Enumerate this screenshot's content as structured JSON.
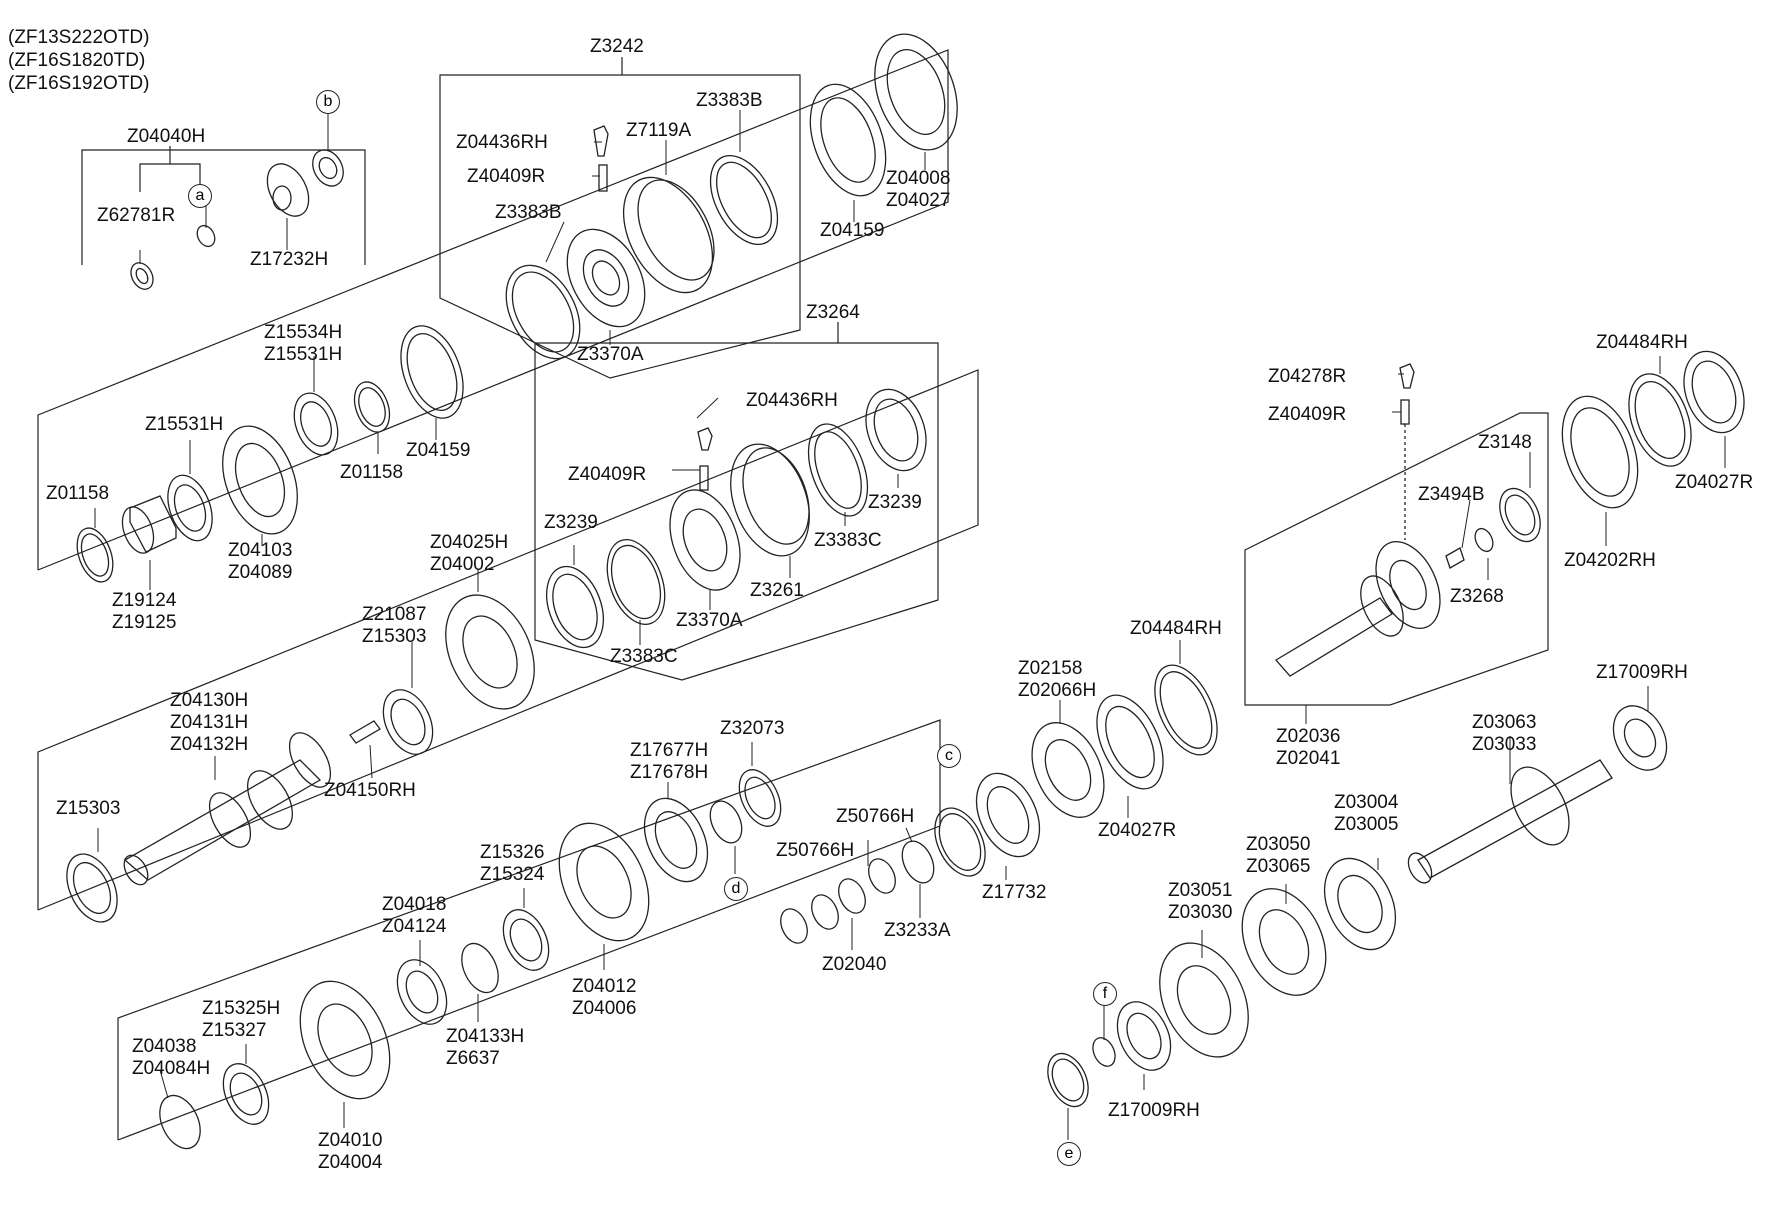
{
  "variants": [
    "(ZF13S222OTD)",
    "(ZF16S1820TD)",
    "(ZF16S192OTD)"
  ],
  "callouts": [
    "a",
    "b",
    "c",
    "d",
    "e",
    "f"
  ],
  "labels": {
    "z04040h": [
      "Z04040H"
    ],
    "z62781r": [
      "Z62781R"
    ],
    "z17232h": [
      "Z17232H"
    ],
    "z3242": [
      "Z3242"
    ],
    "z04436rh_a": [
      "Z04436RH"
    ],
    "z40409r_a": [
      "Z40409R"
    ],
    "z3383b_a": [
      "Z3383B"
    ],
    "z7119a": [
      "Z7119A"
    ],
    "z3383b_b": [
      "Z3383B"
    ],
    "z3370a_a": [
      "Z3370A"
    ],
    "z04159_a": [
      "Z04159"
    ],
    "z04008": [
      "Z04008",
      "Z04027"
    ],
    "z3264": [
      "Z3264"
    ],
    "z04436rh_b": [
      "Z04436RH"
    ],
    "z40409r_b": [
      "Z40409R"
    ],
    "z3239_a": [
      "Z3239"
    ],
    "z3239_b": [
      "Z3239"
    ],
    "z3383c_a": [
      "Z3383C"
    ],
    "z3261": [
      "Z3261"
    ],
    "z3370a_b": [
      "Z3370A"
    ],
    "z3383c_b": [
      "Z3383C"
    ],
    "z15534h": [
      "Z15534H",
      "Z15531H"
    ],
    "z15531h": [
      "Z15531H"
    ],
    "z01158_a": [
      "Z01158"
    ],
    "z01158_b": [
      "Z01158"
    ],
    "z04159_b": [
      "Z04159"
    ],
    "z04103": [
      "Z04103",
      "Z04089"
    ],
    "z19124": [
      "Z19124",
      "Z19125"
    ],
    "z04025h": [
      "Z04025H",
      "Z04002"
    ],
    "z21087": [
      "Z21087",
      "Z15303"
    ],
    "z04130h": [
      "Z04130H",
      "Z04131H",
      "Z04132H"
    ],
    "z04150rh": [
      "Z04150RH"
    ],
    "z15303": [
      "Z15303"
    ],
    "z04278r": [
      "Z04278R"
    ],
    "z40409r_c": [
      "Z40409R"
    ],
    "z04484rh_a": [
      "Z04484RH"
    ],
    "z3148": [
      "Z3148"
    ],
    "z3494b": [
      "Z3494B"
    ],
    "z3268": [
      "Z3268"
    ],
    "z04027r_a": [
      "Z04027R"
    ],
    "z04202rh": [
      "Z04202RH"
    ],
    "z02036": [
      "Z02036",
      "Z02041"
    ],
    "z04484rh_b": [
      "Z04484RH"
    ],
    "z02158": [
      "Z02158",
      "Z02066H"
    ],
    "z04027r_b": [
      "Z04027R"
    ],
    "z17009rh_a": [
      "Z17009RH"
    ],
    "z03063": [
      "Z03063",
      "Z03033"
    ],
    "z17677h": [
      "Z17677H",
      "Z17678H"
    ],
    "z32073": [
      "Z32073"
    ],
    "z50766h_a": [
      "Z50766H"
    ],
    "z50766h_b": [
      "Z50766H"
    ],
    "z17732": [
      "Z17732"
    ],
    "z3233a": [
      "Z3233A"
    ],
    "z02040": [
      "Z02040"
    ],
    "z03004": [
      "Z03004",
      "Z03005"
    ],
    "z03050": [
      "Z03050",
      "Z03065"
    ],
    "z03051": [
      "Z03051",
      "Z03030"
    ],
    "z17009rh_b": [
      "Z17009RH"
    ],
    "z15326": [
      "Z15326",
      "Z15324"
    ],
    "z04018": [
      "Z04018",
      "Z04124"
    ],
    "z04012": [
      "Z04012",
      "Z04006"
    ],
    "z04133h": [
      "Z04133H",
      "Z6637"
    ],
    "z15325h": [
      "Z15325H",
      "Z15327"
    ],
    "z04038": [
      "Z04038",
      "Z04084H"
    ],
    "z04010": [
      "Z04010",
      "Z04004"
    ]
  },
  "colors": {
    "line": "#222222",
    "text": "#111111",
    "background": "#ffffff"
  }
}
